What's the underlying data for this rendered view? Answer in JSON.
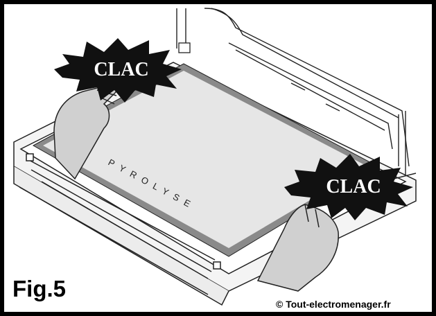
{
  "figure_label": "Fig.5",
  "credit": "© Tout-electromenager.fr",
  "glass_text": "PYROLYSE",
  "bursts": [
    {
      "label": "CLAC"
    },
    {
      "label": "CLAC"
    }
  ],
  "colors": {
    "frame": "#000000",
    "glass_fill": "#e6e6e6",
    "glass_border": "#8a8a8a",
    "hand_fill": "#d0d0d0",
    "burst_fill": "#111111",
    "burst_text": "#ffffff"
  }
}
